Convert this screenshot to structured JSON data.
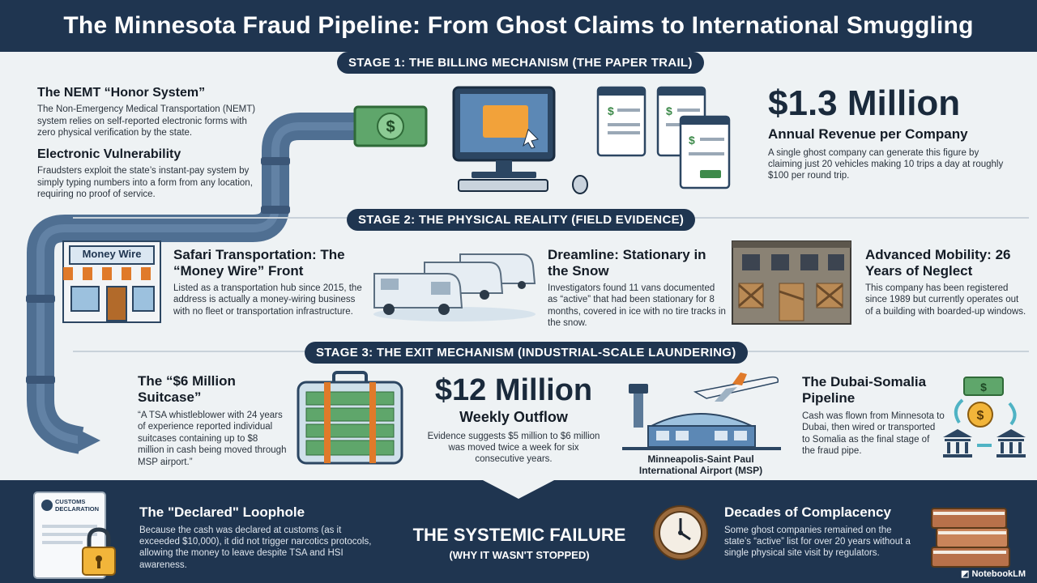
{
  "title": "The Minnesota Fraud Pipeline: From Ghost Claims to International Smuggling",
  "stage1": {
    "label": "STAGE 1: THE BILLING MECHANISM (THE PAPER TRAIL)",
    "nemt_title": "The NEMT “Honor System”",
    "nemt_body": "The Non-Emergency Medical Transportation (NEMT) system relies on self-reported electronic forms with zero physical verification by the state.",
    "elec_title": "Electronic Vulnerability",
    "elec_body": "Fraudsters exploit the state’s instant-pay system by simply typing numbers into a form from any location, requiring no proof of service.",
    "big_number": "$1.3 Million",
    "big_sub": "Annual Revenue per Company",
    "big_body": "A single ghost company can generate this figure by claiming just 20 vehicles making 10 trips a day at roughly $100 per round trip."
  },
  "stage2": {
    "label": "STAGE 2: THE PHYSICAL REALITY (FIELD EVIDENCE)",
    "store_sign": "Money Wire",
    "safari_title": "Safari Transportation: The “Money Wire” Front",
    "safari_body": "Listed as a transportation hub since 2015, the address is actually a money-wiring business with no fleet or transportation infrastructure.",
    "dream_title": "Dreamline: Stationary in the Snow",
    "dream_body": "Investigators found 11 vans documented as “active” that had been stationary for 8 months, covered in ice with no tire tracks in the snow.",
    "adv_title": "Advanced Mobility: 26 Years of Neglect",
    "adv_body": "This company has been registered since 1989 but currently operates out of a building with boarded-up windows."
  },
  "stage3": {
    "label": "STAGE 3: THE EXIT MECHANISM (INDUSTRIAL-SCALE LAUNDERING)",
    "suit_title": "The “$6 Million Suitcase”",
    "suit_body": "“A TSA whistleblower with 24 years of experience reported individual suitcases containing up to $8 million in cash being moved through MSP airport.”",
    "big_number": "$12 Million",
    "big_sub": "Weekly Outflow",
    "big_body": "Evidence suggests $5 million to $6 million was moved twice a week for six consecutive years.",
    "airport_caption": "Minneapolis-Saint Paul International Airport (MSP)",
    "dubai_title": "The Dubai-Somalia Pipeline",
    "dubai_body": "Cash was flown from Minnesota to Dubai, then wired or transported to Somalia as the final stage of the fraud pipe."
  },
  "footer": {
    "customs_label": "CUSTOMS DECLARATION",
    "declared_title": "The \"Declared\" Loophole",
    "declared_body": "Because the cash was declared at customs (as it exceeded $10,000), it did not trigger narcotics protocols, allowing the money to leave despite TSA and HSI awareness.",
    "center_title": "THE SYSTEMIC FAILURE",
    "center_sub": "(WHY IT WASN'T STOPPED)",
    "decades_title": "Decades of Complacency",
    "decades_body": "Some ghost companies remained on the state’s “active” list for over 20 years without a single physical site visit by regulators.",
    "brand": "NotebookLM"
  },
  "colors": {
    "navy": "#1f3550",
    "pipe": "#4f6f92",
    "money_green": "#3d8a4a",
    "orange": "#e07a2a"
  },
  "icons": [
    "dollar-bill-icon",
    "computer-icon",
    "form-icon",
    "storefront-icon",
    "van-icon",
    "building-icon",
    "suitcase-icon",
    "airport-icon",
    "airplane-icon",
    "bank-icon",
    "padlock-icon",
    "clock-icon",
    "binders-icon"
  ]
}
